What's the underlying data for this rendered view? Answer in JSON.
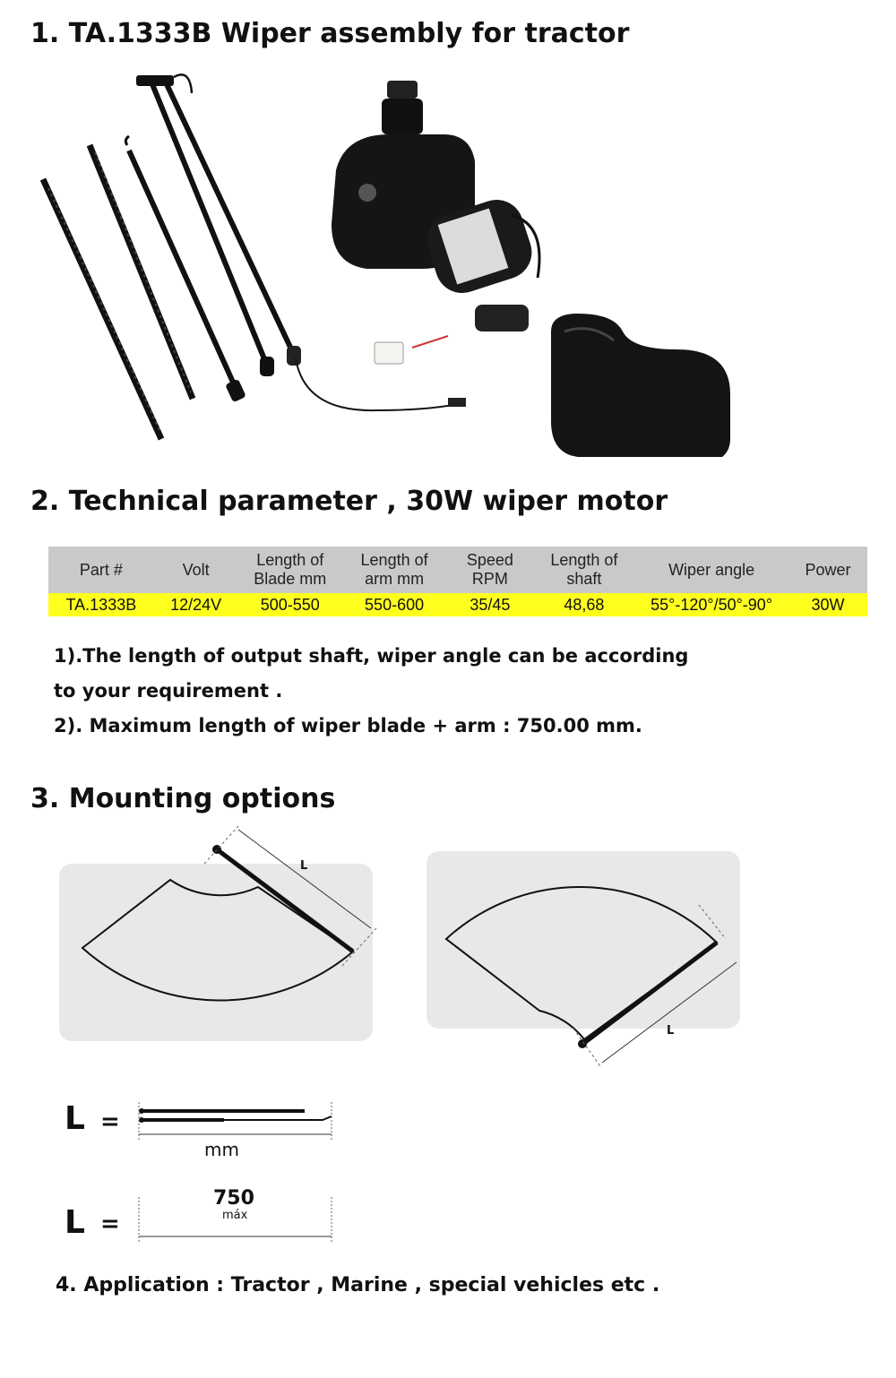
{
  "section1": {
    "title": "1. TA.1333B Wiper assembly for tractor"
  },
  "section2": {
    "title": "2. Technical parameter , 30W wiper motor"
  },
  "spec_table": {
    "headers": [
      "Part #",
      "Volt",
      "Length of Blade mm",
      "Length of arm mm",
      "Speed RPM",
      "Length of shaft",
      "Wiper angle",
      "Power"
    ],
    "header_lines": [
      [
        "Part #"
      ],
      [
        "Volt"
      ],
      [
        "Length of",
        "Blade mm"
      ],
      [
        "Length of",
        "arm mm"
      ],
      [
        "Speed",
        "RPM"
      ],
      [
        "Length of",
        "shaft"
      ],
      [
        "Wiper angle"
      ],
      [
        "Power"
      ]
    ],
    "row": [
      "TA.1333B",
      "12/24V",
      "500-550",
      "550-600",
      "35/45",
      "48,68",
      "55°-120°/50°-90°",
      "30W"
    ],
    "header_bg": "#c9c9c9",
    "row_bg": "#ffff1e"
  },
  "notes": {
    "line1a": "1).The length of output shaft, wiper angle can be according",
    "line1b": "to your requirement .",
    "line2": "2). Maximum length of wiper blade + arm : 750.00 mm."
  },
  "section3": {
    "title": "3. Mounting options",
    "dimension_label": "L"
  },
  "length_legend": {
    "label": "L",
    "equals": "=",
    "unit": "mm",
    "max_value": "750",
    "max_caption": "máx"
  },
  "application": {
    "text": "4. Application : Tractor , Marine , special vehicles etc ."
  }
}
